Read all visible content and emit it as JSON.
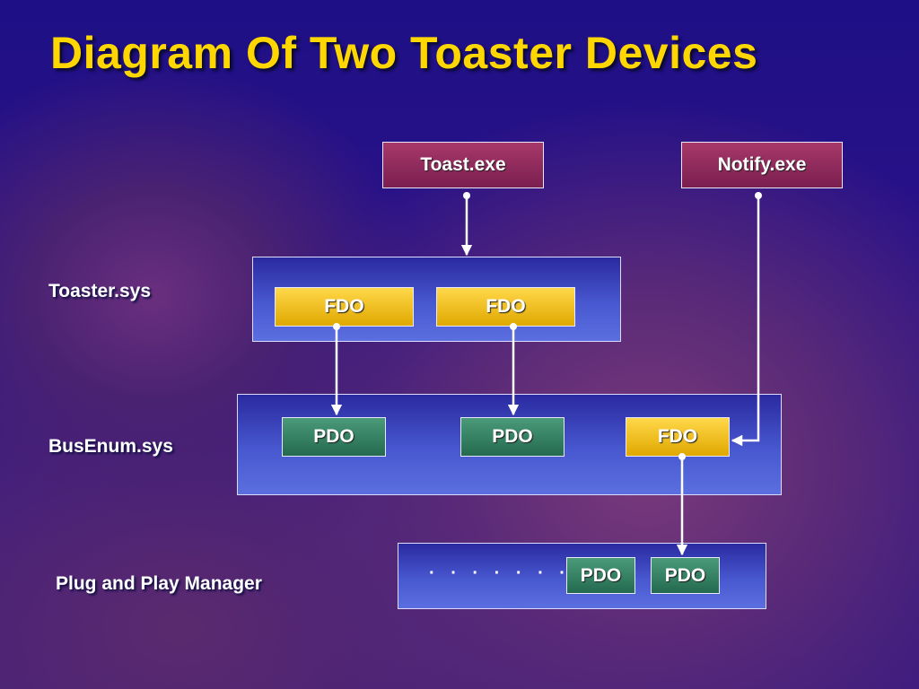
{
  "slide": {
    "title": "Diagram Of Two Toaster Devices"
  },
  "labels": {
    "toaster_sys": "Toaster.sys",
    "busenum_sys": "BusEnum.sys",
    "pnp_manager": "Plug and Play Manager"
  },
  "apps": {
    "toast": "Toast.exe",
    "notify": "Notify.exe"
  },
  "toaster_layer": {
    "fdo_1": "FDO",
    "fdo_2": "FDO"
  },
  "busenum_layer": {
    "pdo_1": "PDO",
    "pdo_2": "PDO",
    "fdo": "FDO"
  },
  "pnp_layer": {
    "ellipsis": "· · · · · · · · · ·",
    "pdo_1": "PDO",
    "pdo_2": "PDO"
  },
  "colors": {
    "title": "#ffd700",
    "app_box": "#8c2a5c",
    "fdo_box": "#f0c020",
    "pdo_box": "#2f7a5c",
    "panel": "#4a5ad0"
  }
}
